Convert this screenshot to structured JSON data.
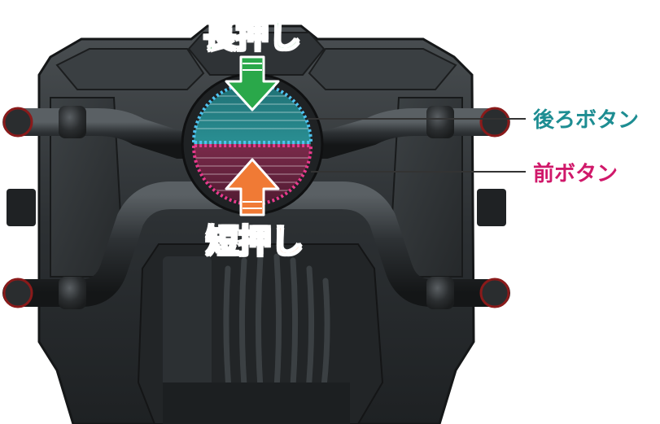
{
  "labels": {
    "long_press": "長押し",
    "short_press": "短押し",
    "back_button": "後ろボタン",
    "front_button": "前ボタン"
  },
  "colors": {
    "long_press": "#2aa84a",
    "short_press": "#f07a35",
    "back_button": "#1d8d92",
    "front_button": "#d0186a",
    "device_body": "#2b2e30"
  }
}
